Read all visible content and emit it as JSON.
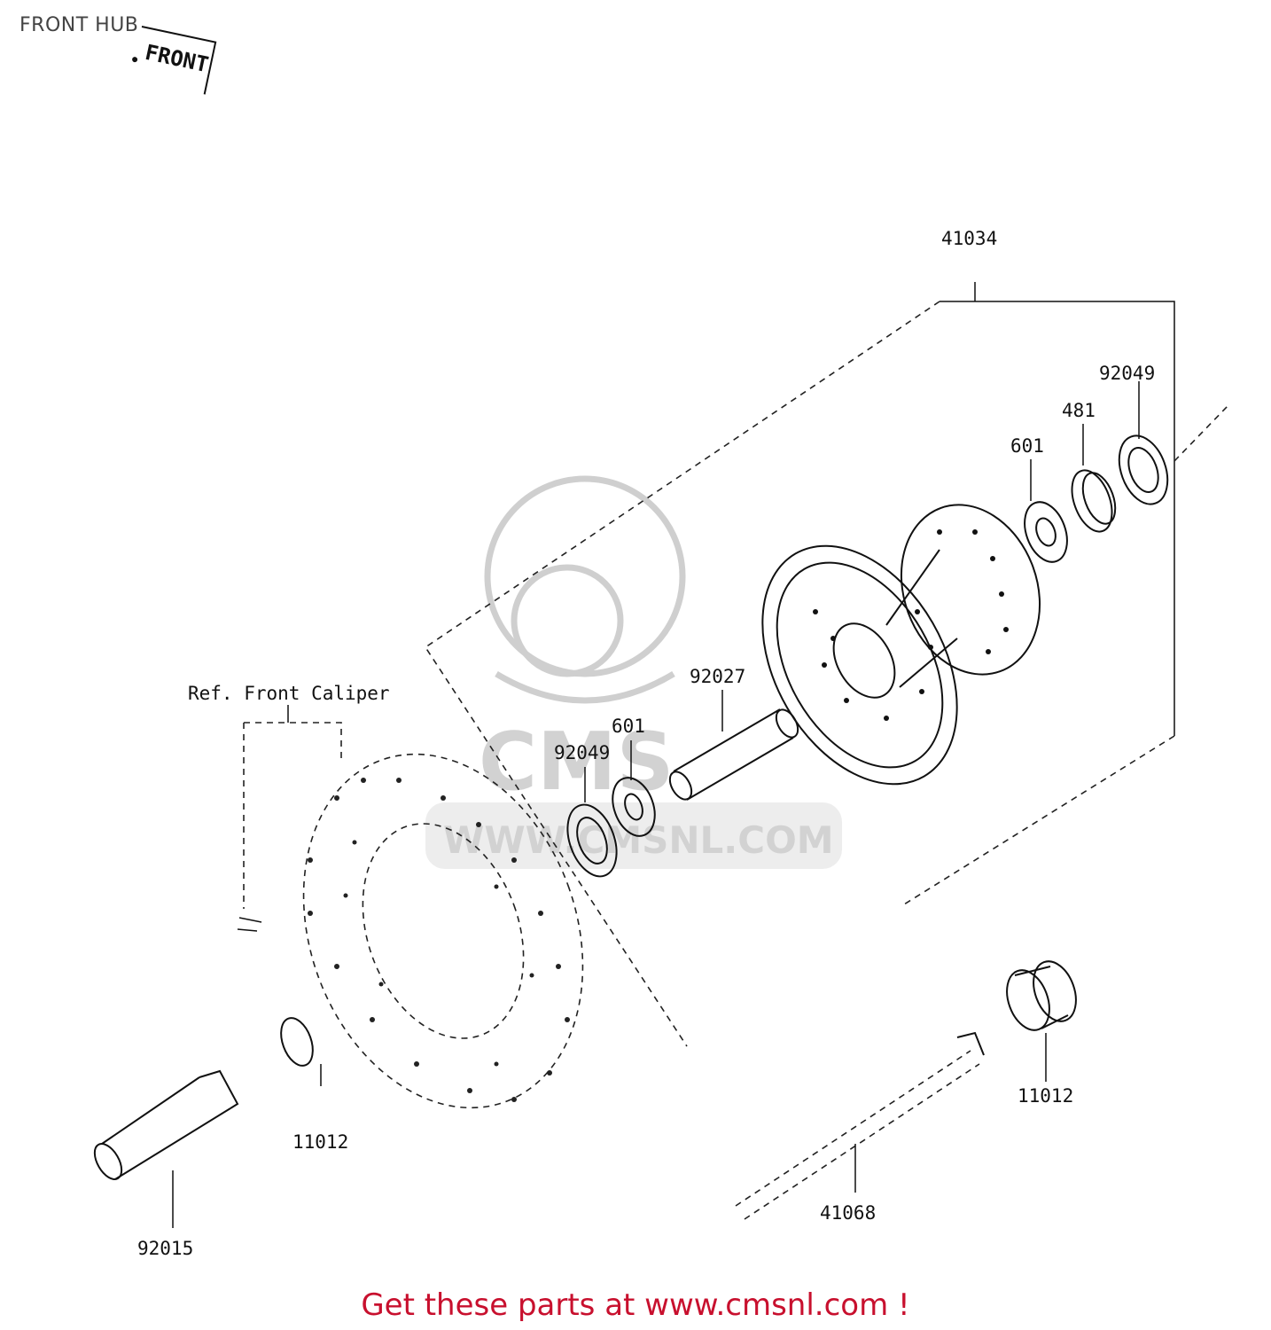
{
  "header": {
    "title": "FRONT HUB"
  },
  "stamp": {
    "text": "FRONT"
  },
  "labels": {
    "p41034": "41034",
    "p92049_right": "92049",
    "p481": "481",
    "p601_right": "601",
    "p92027": "92027",
    "p601_left": "601",
    "p92049_left": "92049",
    "ref_caliper": "Ref. Front Caliper",
    "p11012_right": "11012",
    "p11012_left": "11012",
    "p41068": "41068",
    "p92015": "92015"
  },
  "watermark": {
    "text": "WWW.CMSNL.COM",
    "logo": "CMS"
  },
  "footer": {
    "text": "Get these parts at www.cmsnl.com !"
  }
}
